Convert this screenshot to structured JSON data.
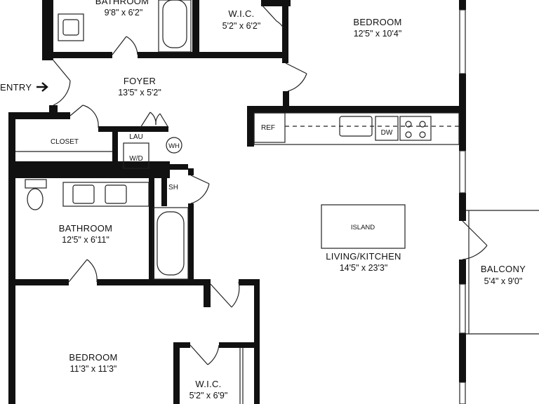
{
  "floorplan": {
    "rooms": [
      {
        "id": "bath-top",
        "name": "BATHROOM",
        "dims": "9'8\" x 6'2\""
      },
      {
        "id": "wic-top",
        "name": "W.I.C.",
        "dims": "5'2\" x 6'2\""
      },
      {
        "id": "bed-top",
        "name": "BEDROOM",
        "dims": "12'5\" x 10'4\""
      },
      {
        "id": "foyer",
        "name": "FOYER",
        "dims": "13'5\" x 5'2\""
      },
      {
        "id": "bath-main",
        "name": "BATHROOM",
        "dims": "12'5\" x 6'11\""
      },
      {
        "id": "living",
        "name": "LIVING/KITCHEN",
        "dims": "14'5\" x 23'3\""
      },
      {
        "id": "balcony",
        "name": "BALCONY",
        "dims": "5'4\" x 9'0\""
      },
      {
        "id": "bed-bottom",
        "name": "BEDROOM",
        "dims": "11'3\" x 11'3\""
      },
      {
        "id": "wic-bottom",
        "name": "W.I.C.",
        "dims": "5'2\" x 6'9\""
      }
    ],
    "fixtures": {
      "closet": "CLOSET",
      "laundry": "LAU",
      "washer_dryer": "W/D",
      "water_heater": "WH",
      "shower": "SH",
      "refrigerator": "REF",
      "dishwasher": "DW",
      "island": "ISLAND"
    },
    "entry_label": "ENTRY",
    "colors": {
      "wall": "#111111",
      "line": "#222222",
      "fixture_fill": "#eeeeee"
    }
  }
}
